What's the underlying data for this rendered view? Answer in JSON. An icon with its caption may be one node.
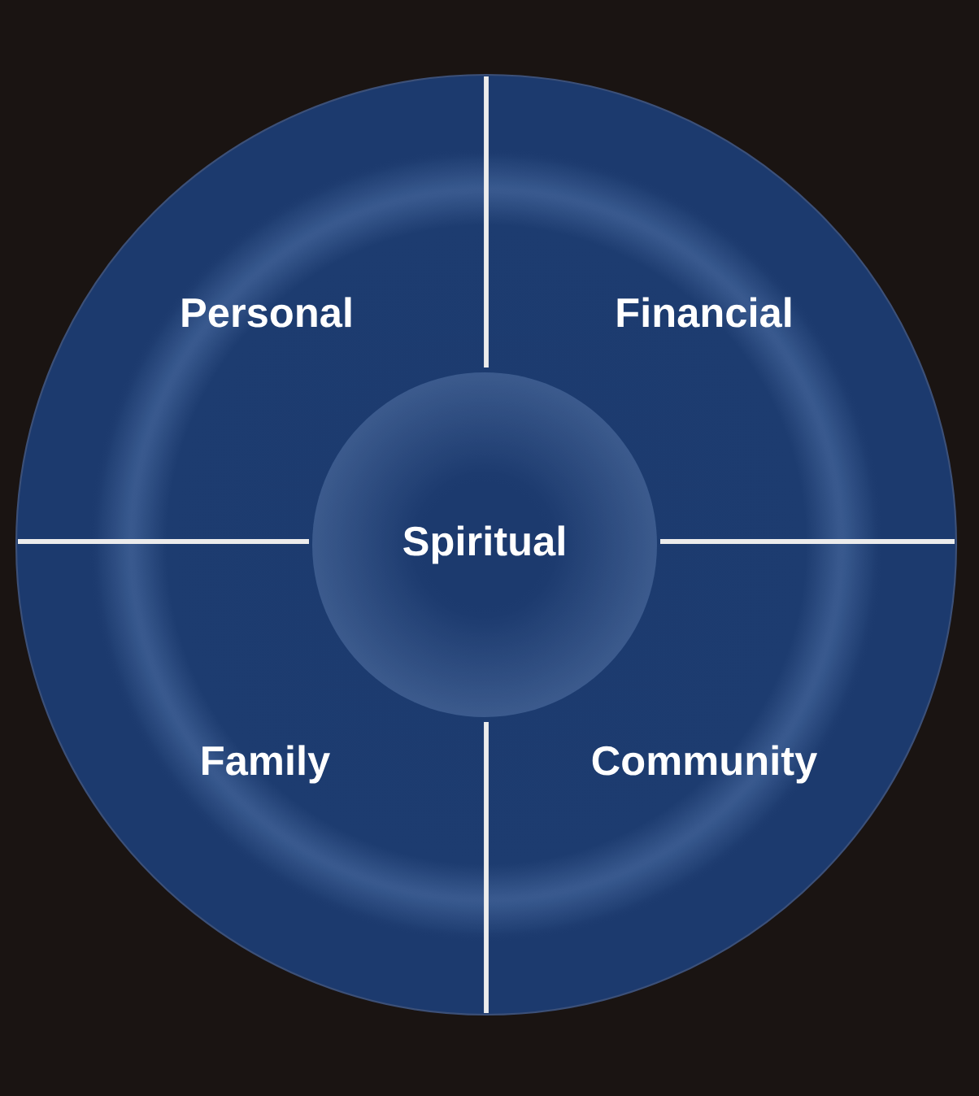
{
  "diagram": {
    "nodes": [
      {
        "text": [
          "Personal"
        ]
      },
      {
        "text": [
          "Financial"
        ]
      },
      {
        "text": [
          "Spiritual"
        ]
      },
      {
        "text": [
          "Family"
        ]
      },
      {
        "text": [
          "Community"
        ]
      }
    ]
  }
}
